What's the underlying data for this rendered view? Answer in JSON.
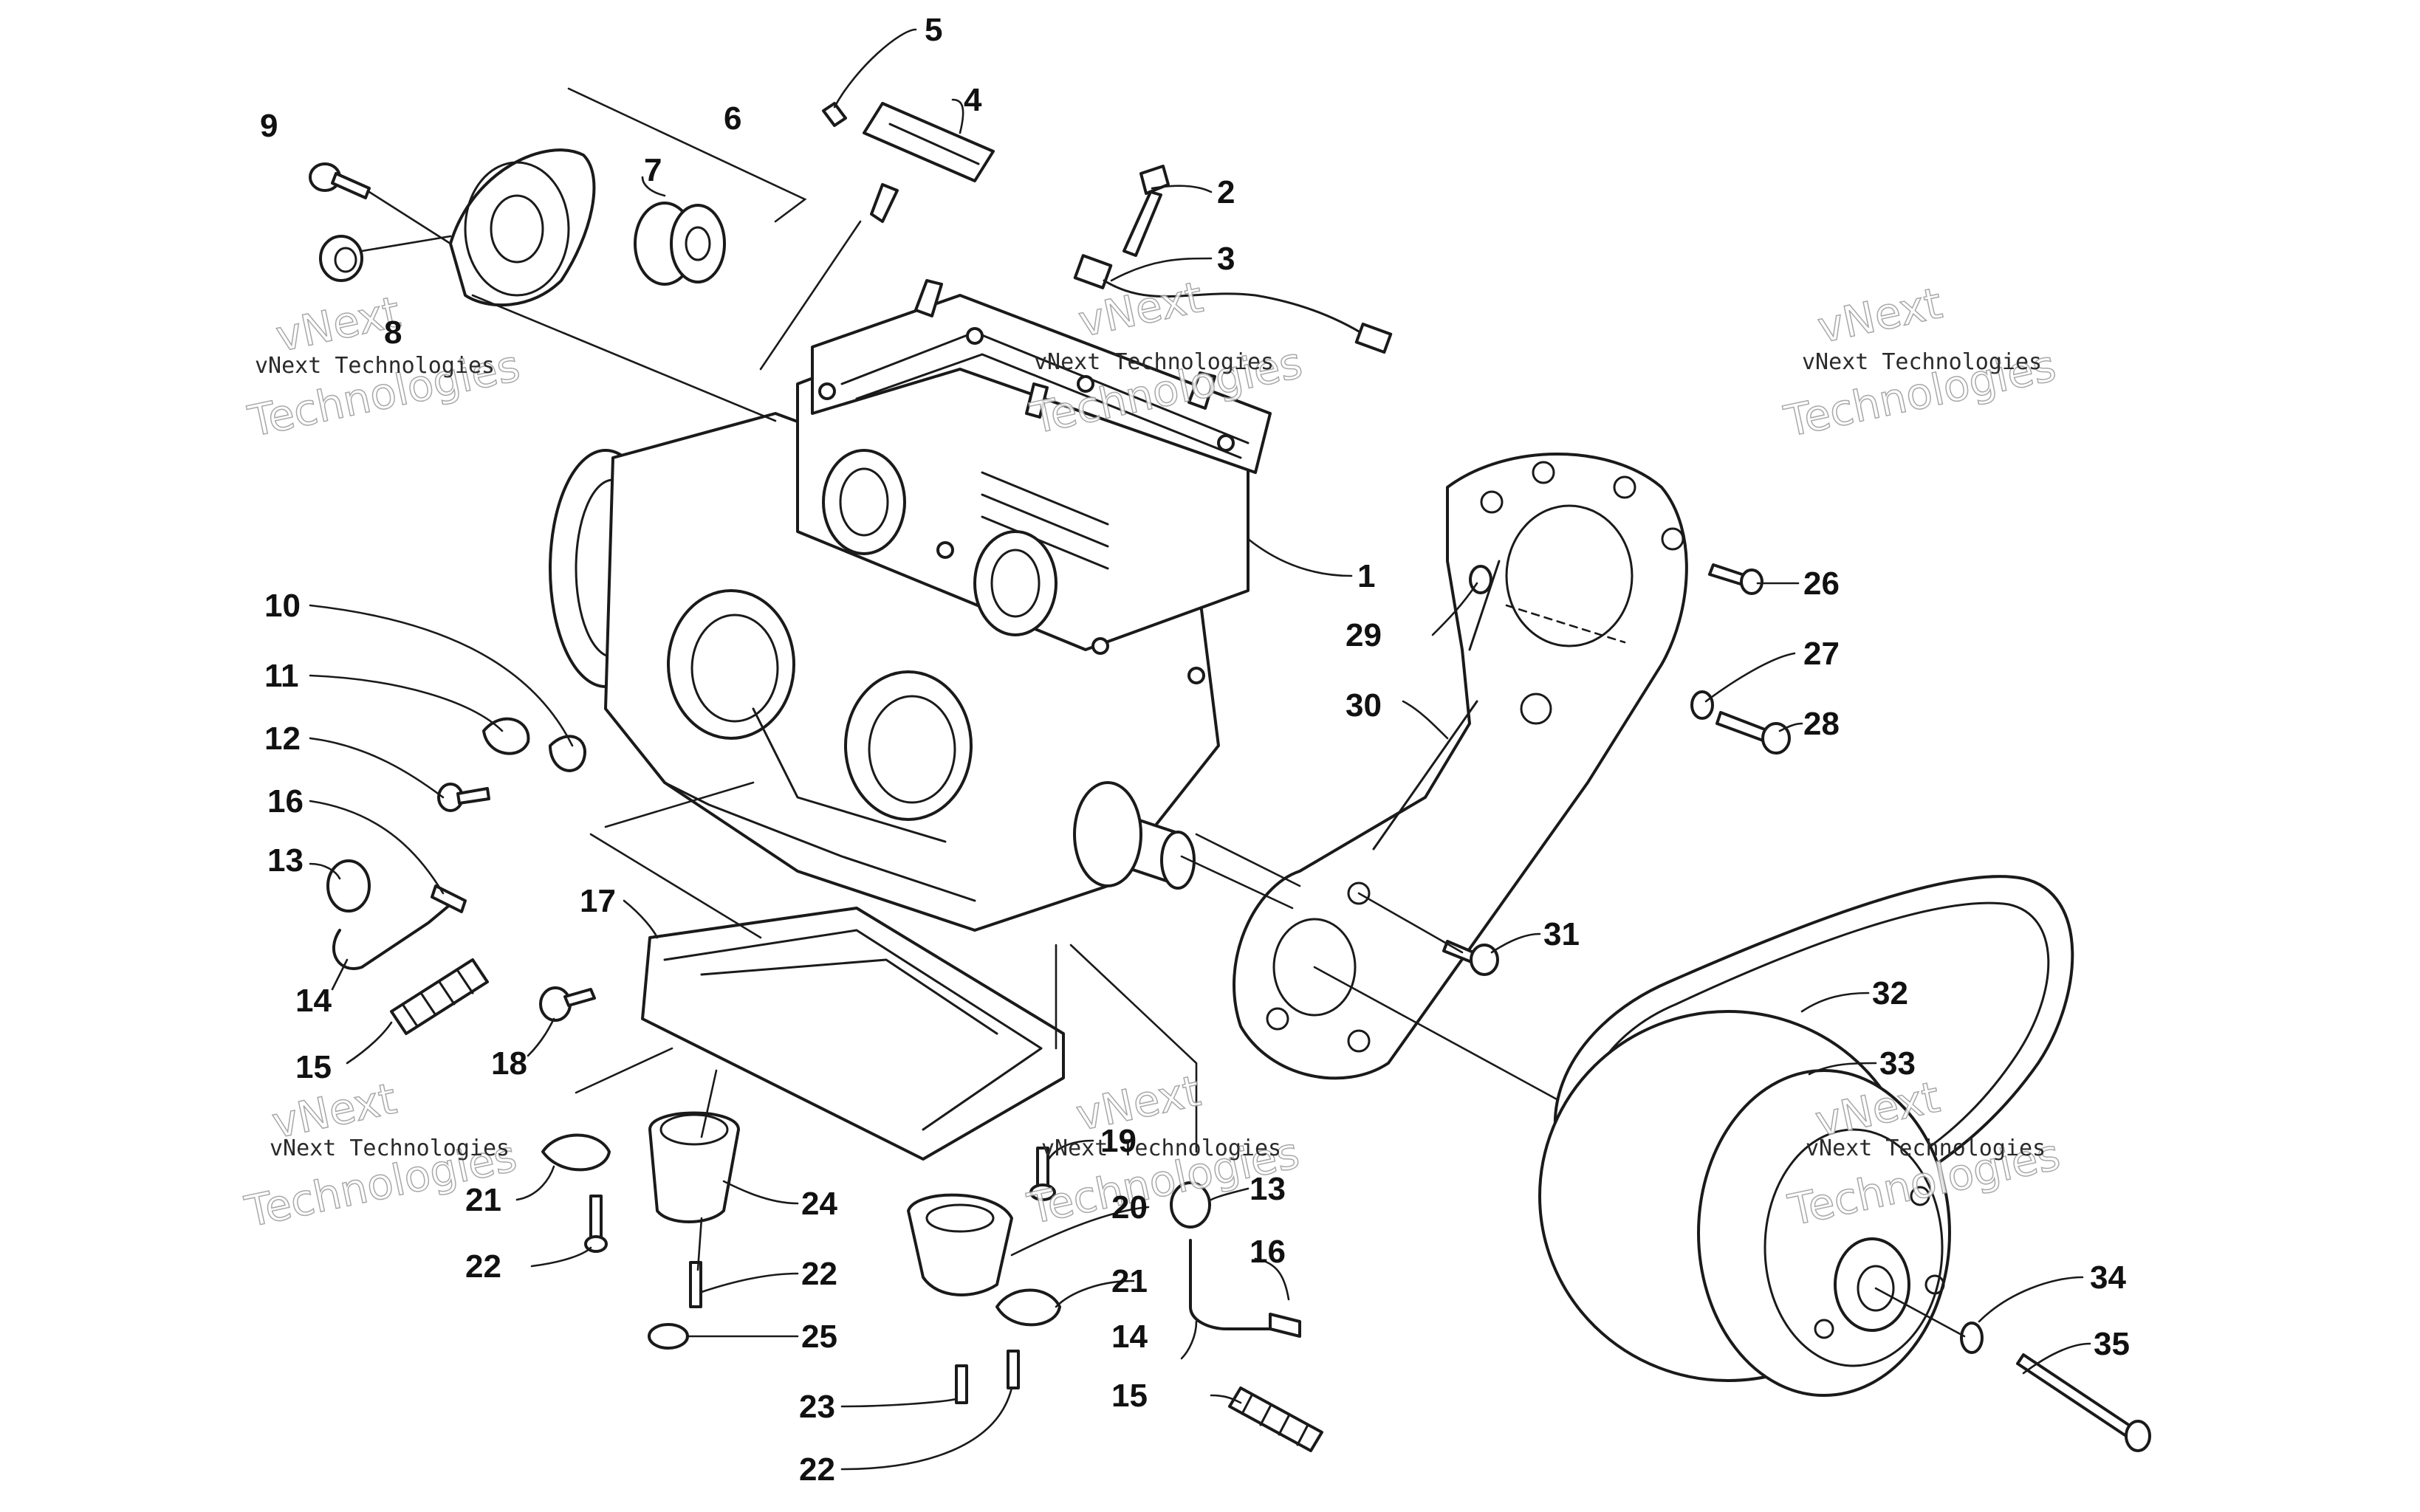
{
  "diagram": {
    "callouts": {
      "c1": "1",
      "c2": "2",
      "c3": "3",
      "c4": "4",
      "c5": "5",
      "c6": "6",
      "c7": "7",
      "c8": "8",
      "c9": "9",
      "c10": "10",
      "c11": "11",
      "c12": "12",
      "c13a": "13",
      "c13b": "13",
      "c14a": "14",
      "c14b": "14",
      "c15a": "15",
      "c15b": "15",
      "c16a": "16",
      "c16b": "16",
      "c17": "17",
      "c18": "18",
      "c19": "19",
      "c20": "20",
      "c21a": "21",
      "c21b": "21",
      "c22a": "22",
      "c22b": "22",
      "c22c": "22",
      "c23": "23",
      "c24": "24",
      "c25": "25",
      "c26": "26",
      "c27": "27",
      "c28": "28",
      "c29": "29",
      "c30": "30",
      "c31": "31",
      "c32": "32",
      "c33": "33",
      "c34": "34",
      "c35": "35"
    },
    "watermark": {
      "line1": "vNext",
      "line2": "vNext Technologies",
      "line3": "Technologies"
    }
  }
}
